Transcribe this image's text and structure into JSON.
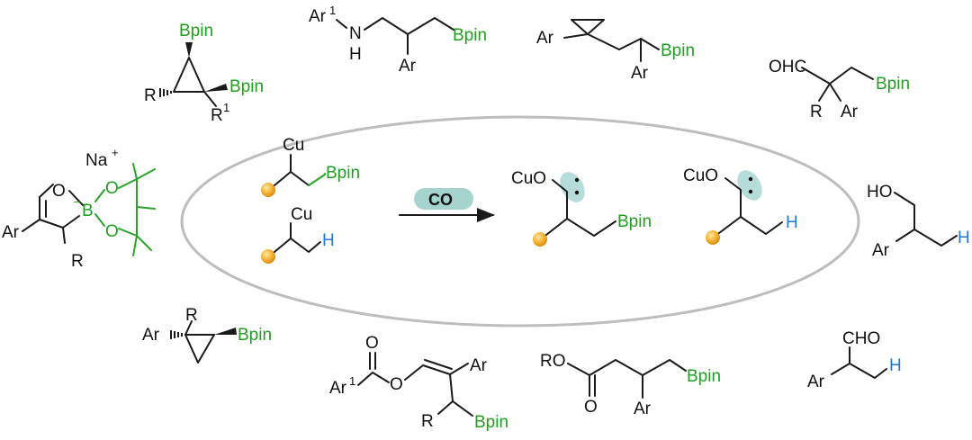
{
  "colors": {
    "bond": "#1a1a1a",
    "boron_label": "#1f9e1f",
    "hydrogen_label": "#1f78d1",
    "ellipse_border": "#bdbdbd",
    "co_badge": "#a7d3cf",
    "radical_highlight": "#b5dcd8",
    "particle": "#f2b233"
  },
  "reagent": {
    "label": "CO"
  },
  "labels": {
    "bpin": "Bpin",
    "ar": "Ar",
    "ar1": "Ar",
    "r": "R",
    "r1": "R",
    "h": "H",
    "nh": "N",
    "cu": "Cu",
    "cuo": "CuO",
    "ohc": "OHC",
    "cho": "CHO",
    "ho": "HO",
    "ro": "RO",
    "o": "O",
    "b": "B",
    "na": "Na",
    "sup1": "1",
    "plus": "+",
    "minus": "–"
  }
}
